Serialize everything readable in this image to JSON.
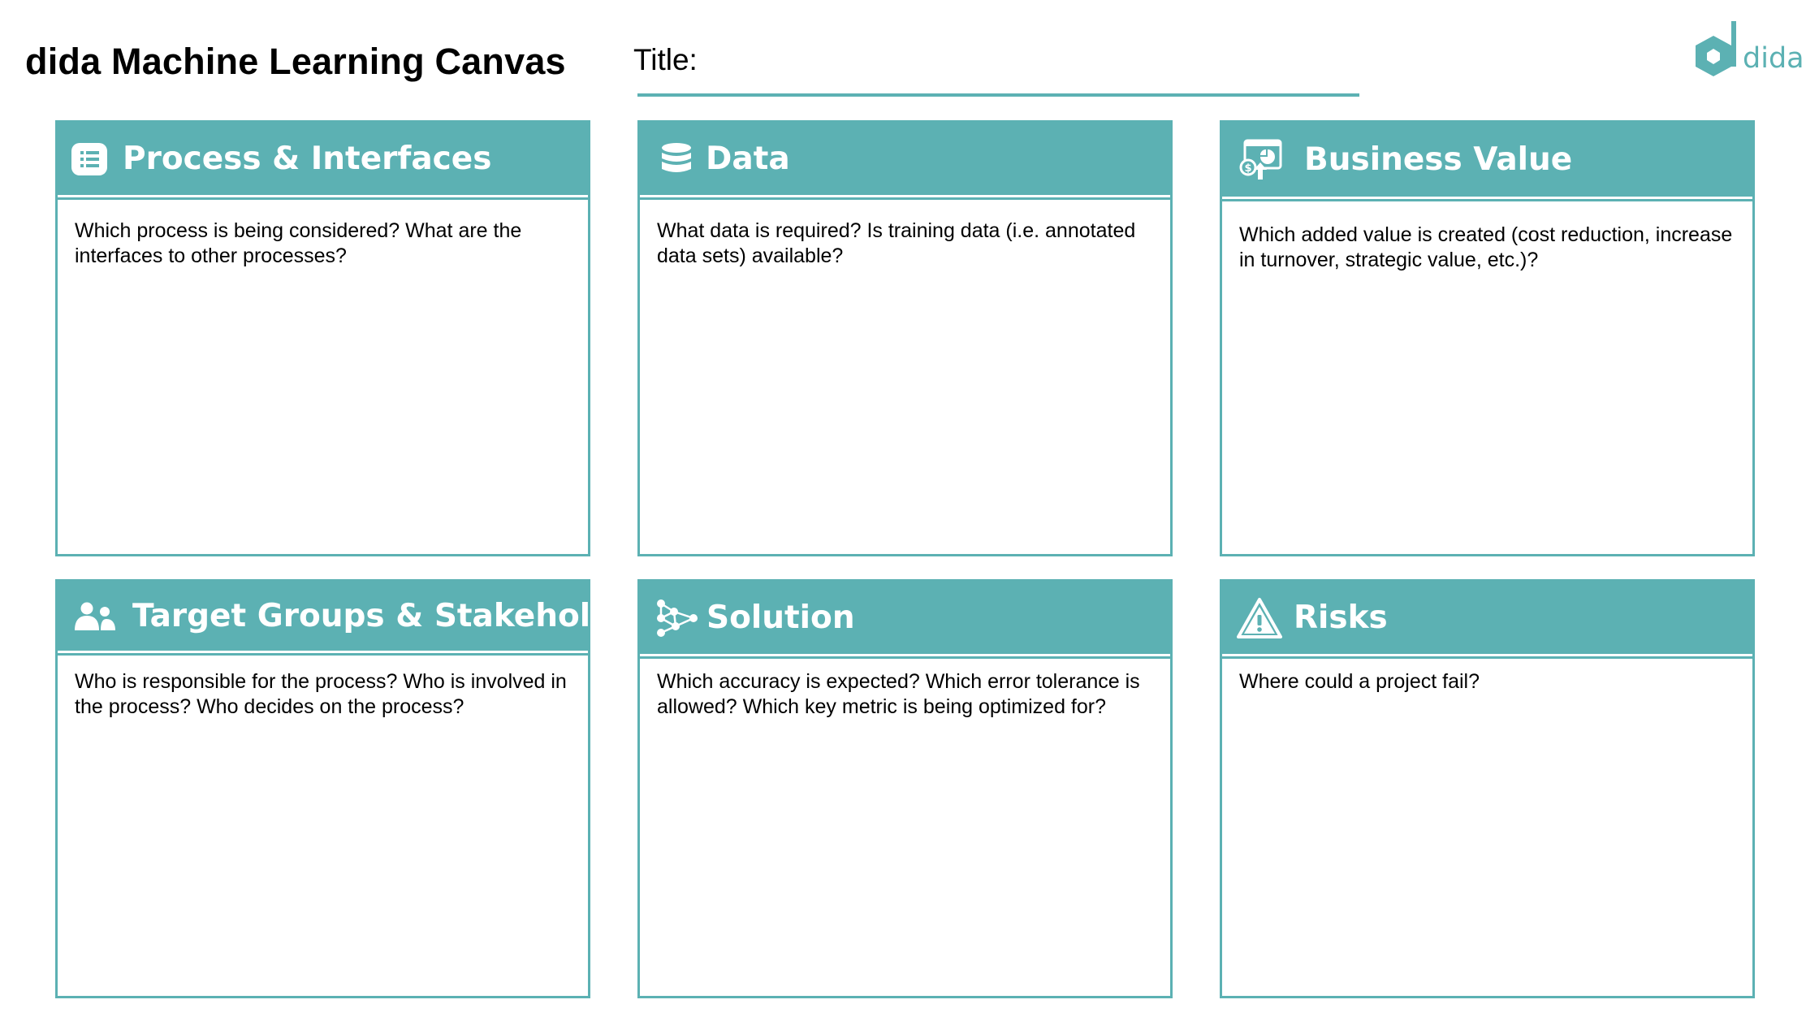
{
  "header": {
    "main_title": "dida Machine Learning Canvas",
    "title_label": "Title:",
    "logo_text": "dida"
  },
  "colors": {
    "accent": "#5cb1b3",
    "text": "#000000",
    "background": "#ffffff"
  },
  "cards": [
    {
      "title": "Process & Interfaces",
      "icon": "list-icon",
      "prompt": "Which process is being considered? What are the interfaces to other processes?"
    },
    {
      "title": "Data",
      "icon": "database-icon",
      "prompt": "What data is required? Is training data (i.e. annotated data sets) available?"
    },
    {
      "title": "Business Value",
      "icon": "business-value-icon",
      "prompt": "Which added value is created (cost reduction, increase in turnover, strategic value, etc.)?"
    },
    {
      "title": "Target Groups & Stakeholders",
      "icon": "people-icon",
      "prompt": "Who is responsible for the process? Who is involved in the process? Who decides on the process?"
    },
    {
      "title": "Solution",
      "icon": "network-icon",
      "prompt": "Which accuracy is expected? Which error tolerance is allowed? Which key metric is being optimized for?"
    },
    {
      "title": "Risks",
      "icon": "warning-icon",
      "prompt": "Where could a project fail?"
    }
  ]
}
